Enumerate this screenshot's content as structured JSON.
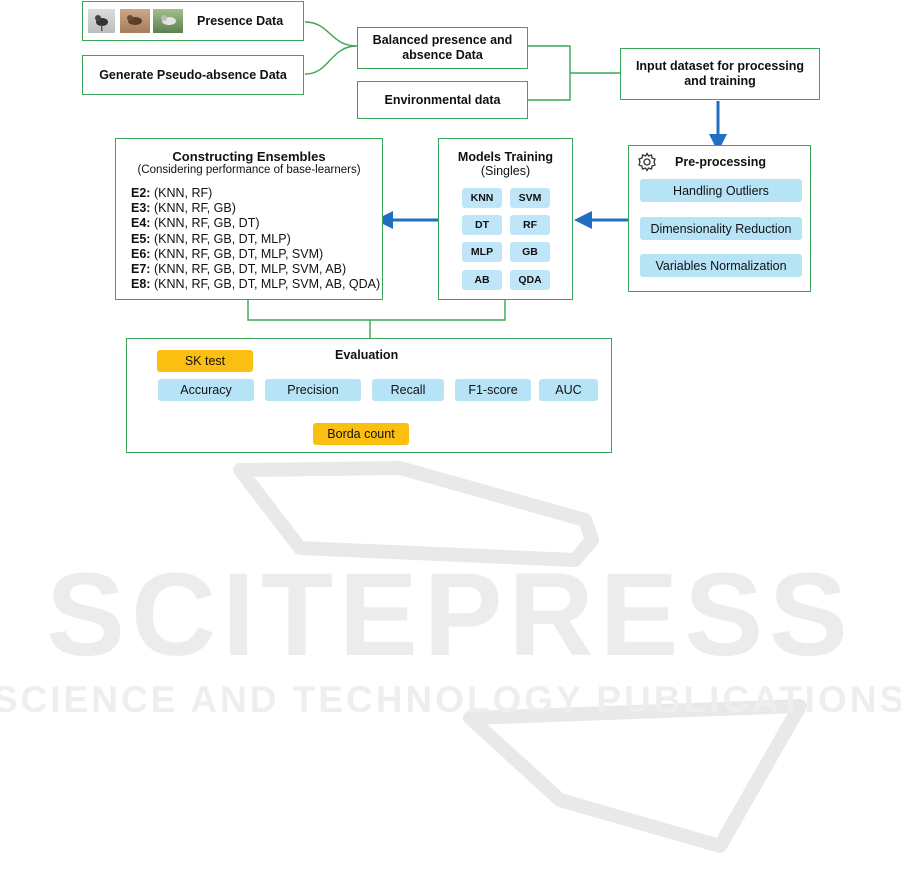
{
  "colors": {
    "box_border": "#3aa657",
    "chip_blue": "#b7e3f7",
    "accent_orange": "#fbbf12",
    "arrow_blue": "#1f6fc2",
    "arrow_purple": "#7e3fb5",
    "watermark": "#e6e6e6"
  },
  "inputs": {
    "presence": "Presence Data",
    "pseudo_absence": "Generate Pseudo-absence Data",
    "balanced": "Balanced presence and absence Data",
    "environmental": "Environmental data",
    "input_dataset": "Input dataset for processing and training"
  },
  "preprocessing": {
    "title": "Pre-processing",
    "icon": "gear-icon",
    "steps": [
      "Handling Outliers",
      "Dimensionality Reduction",
      "Variables Normalization"
    ]
  },
  "models": {
    "title": "Models Training",
    "subtitle": "(Singles)",
    "items": [
      "KNN",
      "SVM",
      "DT",
      "RF",
      "MLP",
      "GB",
      "AB",
      "QDA"
    ]
  },
  "ensembles": {
    "title": "Constructing Ensembles",
    "subtitle": "(Considering performance of base-learners)",
    "items": [
      {
        "id": "E2:",
        "members": "(KNN, RF)"
      },
      {
        "id": "E3:",
        "members": "(KNN, RF, GB)"
      },
      {
        "id": "E4:",
        "members": "(KNN, RF, GB, DT)"
      },
      {
        "id": "E5:",
        "members": "(KNN, RF, GB, DT, MLP)"
      },
      {
        "id": "E6:",
        "members": "(KNN, RF, GB, DT, MLP, SVM)"
      },
      {
        "id": "E7:",
        "members": "(KNN, RF, GB, DT, MLP, SVM, AB)"
      },
      {
        "id": "E8:",
        "members": "(KNN, RF, GB, DT, MLP, SVM, AB, QDA)"
      }
    ]
  },
  "evaluation": {
    "title": "Evaluation",
    "sk_test": "SK test",
    "metrics": [
      "Accuracy",
      "Precision",
      "Recall",
      "F1-score",
      "AUC"
    ],
    "borda": "Borda count"
  },
  "watermark": {
    "line1": "SCITEPRESS",
    "line2": "SCIENCE AND TECHNOLOGY PUBLICATIONS"
  }
}
